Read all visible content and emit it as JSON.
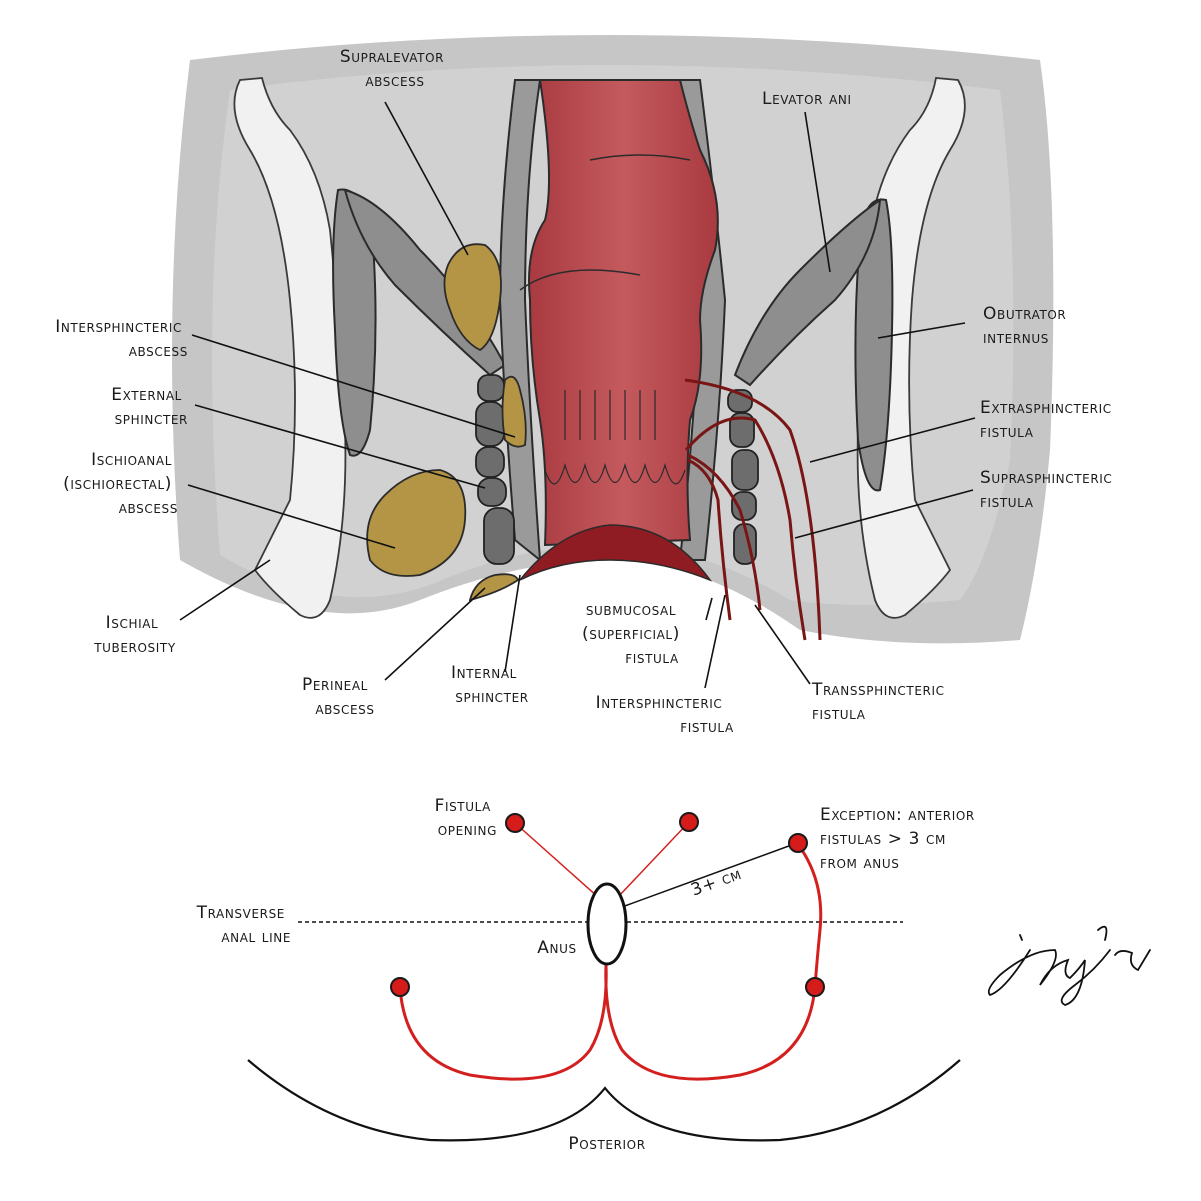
{
  "anatomy_labels": {
    "supralevator_abscess": [
      "Supralevator",
      "abscess"
    ],
    "levator_ani": [
      "Levator ani"
    ],
    "intersphincteric_abscess": [
      "Intersphincteric",
      "abscess"
    ],
    "obturator_internus": [
      "Obutrator",
      "internus"
    ],
    "external_sphincter": [
      "External",
      "sphincter"
    ],
    "extrasphincteric_fistula": [
      "Extrasphincteric",
      "fistula"
    ],
    "ischioanal_abscess": [
      "Ischioanal",
      "(ischiorectal)",
      "abscess"
    ],
    "suprasphincteric_fistula": [
      "Suprasphincteric",
      "fistula"
    ],
    "ischial_tuberosity": [
      "Ischial",
      "tuberosity"
    ],
    "submucosal_fistula": [
      "submucosal",
      "(superficial)",
      "fistula"
    ],
    "perineal_abscess": [
      "Perineal",
      "abscess"
    ],
    "internal_sphincter": [
      "Internal",
      "sphincter"
    ],
    "transsphincteric_fistula": [
      "Transsphincteric",
      "fistula"
    ],
    "intersphincteric_fistula": [
      "Intersphincteric",
      "fistula"
    ]
  },
  "goodsall_labels": {
    "fistula_opening": [
      "Fistula",
      "opening"
    ],
    "exception": [
      "Exception: anterior",
      "fistulas > 3 cm",
      "from anus"
    ],
    "distance": "3+ cm",
    "transverse_line": [
      "Transverse",
      "anal line"
    ],
    "anus": "Anus",
    "posterior": "Posterior"
  },
  "colors": {
    "rectum_wall": "#b8474c",
    "abscess": "#b39545",
    "fistula": "#7a1515",
    "goodsall_red": "#d3201f"
  }
}
